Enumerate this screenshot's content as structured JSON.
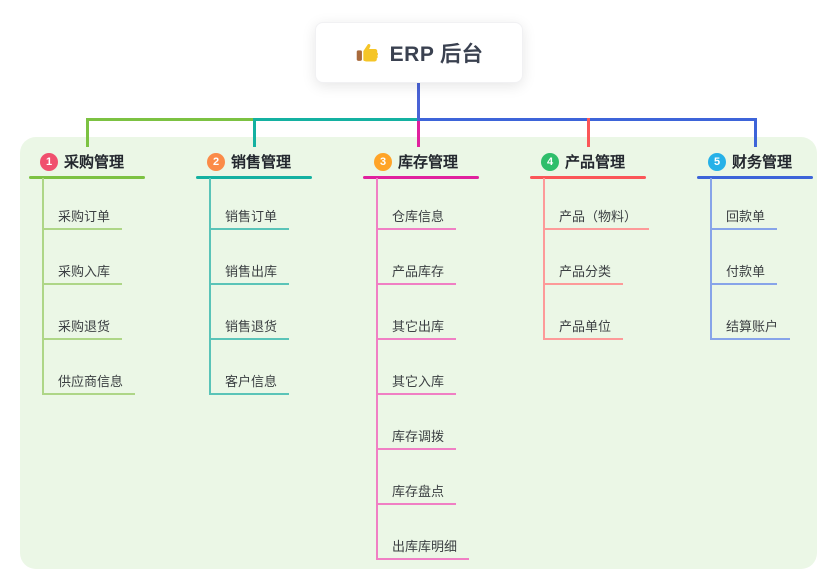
{
  "root": {
    "title": "ERP 后台",
    "icon": "thumbs-up-icon"
  },
  "canvas": {
    "background": "#ffffff",
    "panel_bg": "#ebf7e6",
    "stem_color": "#4a63d6"
  },
  "branches": [
    {
      "number": "1",
      "label": "采购管理",
      "badge_color": "#f0506e",
      "line_color": "#7cc242",
      "child_line_color": "#aed687",
      "children": [
        "采购订单",
        "采购入库",
        "采购退货",
        "供应商信息"
      ]
    },
    {
      "number": "2",
      "label": "销售管理",
      "badge_color": "#fb8b48",
      "line_color": "#14b1a1",
      "child_line_color": "#5ac4b8",
      "children": [
        "销售订单",
        "销售出库",
        "销售退货",
        "客户信息"
      ]
    },
    {
      "number": "3",
      "label": "库存管理",
      "badge_color": "#ffa428",
      "line_color": "#e0219e",
      "child_line_color": "#f07fc4",
      "children": [
        "仓库信息",
        "产品库存",
        "其它出库",
        "其它入库",
        "库存调拨",
        "库存盘点",
        "出库库明细"
      ]
    },
    {
      "number": "4",
      "label": "产品管理",
      "badge_color": "#2fbe6b",
      "line_color": "#fb5658",
      "child_line_color": "#fd9a99",
      "children": [
        "产品（物料）",
        "产品分类",
        "产品单位"
      ]
    },
    {
      "number": "5",
      "label": "财务管理",
      "badge_color": "#26b1e8",
      "line_color": "#3d64d9",
      "child_line_color": "#87a4e9",
      "children": [
        "回款单",
        "付款单",
        "结算账户"
      ]
    }
  ]
}
